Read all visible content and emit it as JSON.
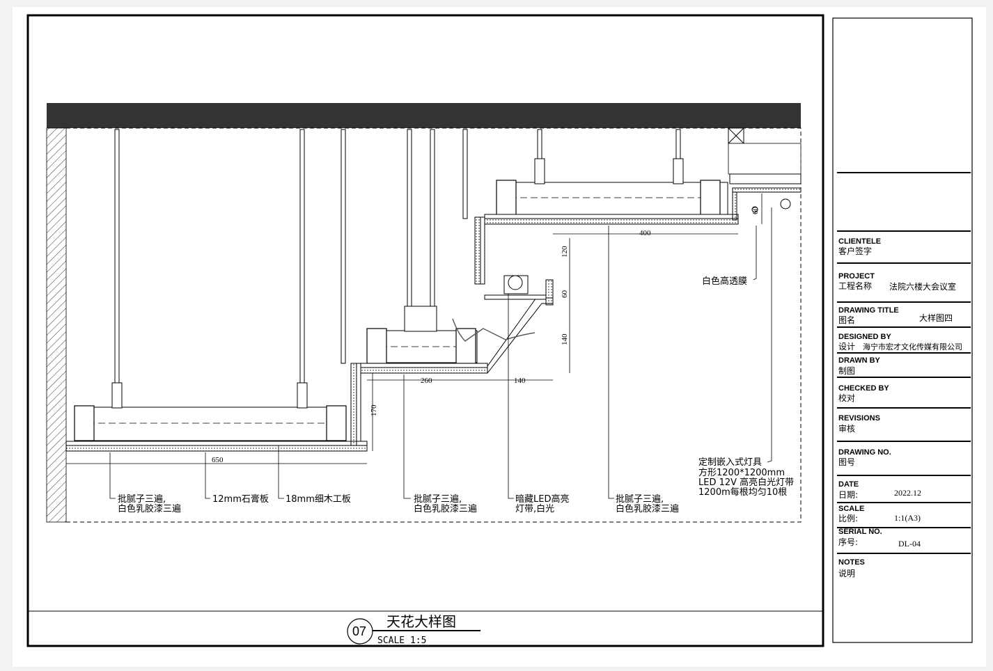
{
  "drawing": {
    "title": "天花大样图",
    "scale": "SCALE 1:5",
    "number_badge": "07"
  },
  "annotations": {
    "putty_left_1": "批腻子三遍,",
    "putty_left_2": "白色乳胶漆三遍",
    "gypsum": "12mm石膏板",
    "plywood": "18mm细木工板",
    "putty_mid_1": "批腻子三遍,",
    "putty_mid_2": "白色乳胶漆三遍",
    "led_1": "暗藏LED高亮",
    "led_2": "灯带,白光",
    "putty_right_1": "批腻子三遍,",
    "putty_right_2": "白色乳胶漆三遍",
    "film": "白色高透膜",
    "lamp_1": "定制嵌入式灯具",
    "lamp_2": "方形1200*1200mm",
    "lamp_3": "LED 12V 高亮白光灯带",
    "lamp_4": "1200m每根均匀10根"
  },
  "dimensions": {
    "d650": "650",
    "d170": "170",
    "d260": "260",
    "d140h": "140",
    "d140v": "140",
    "d60a": "60",
    "d120": "120",
    "d400": "400",
    "d60b": "60"
  },
  "title_block": {
    "clientele_label": "CLIENTELE",
    "clientele_sub": "客户签字",
    "project_label": "PROJECT",
    "project_sub": "工程名称",
    "project_value": "法院六楼大会议室",
    "title_label": "DRAWING TITLE",
    "title_sub": "图名",
    "title_value": "大样图四",
    "designed_label": "DESIGNED BY",
    "designed_sub": "设计",
    "designed_value": "海宁市宏才文化传媒有限公司",
    "drawn_label": "DRAWN BY",
    "drawn_sub": "制图",
    "checked_label": "CHECKED BY",
    "checked_sub": "校对",
    "revisions_label": "REVISIONS",
    "revisions_sub": "审核",
    "drawing_no_label": "DRAWING NO.",
    "drawing_no_sub": "图号",
    "date_label": "DATE",
    "date_sub": "日期:",
    "date_value": "2022.12",
    "scale_label": "SCALE",
    "scale_sub": "比例:",
    "scale_value": "1:1(A3)",
    "serial_label": "SERIAL NO.",
    "serial_sub": "序号:",
    "serial_value": "DL-04",
    "notes_label": "NOTES",
    "notes_sub": "说明"
  }
}
